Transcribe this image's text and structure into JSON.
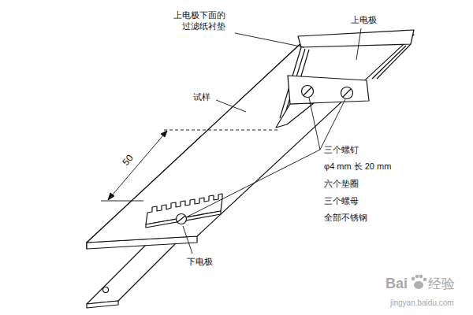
{
  "diagram": {
    "labels": [
      "上电极下面的 过滤纸衬垫",
      "上电极",
      "试样",
      "50",
      "三个螺钉",
      "φ4 mm 长 20 mm",
      "六个垫圈",
      "三个螺母",
      "全部不锈钢",
      "下电极",
      "Bai",
      "经验",
      "jingyan.baidu.com"
    ]
  }
}
